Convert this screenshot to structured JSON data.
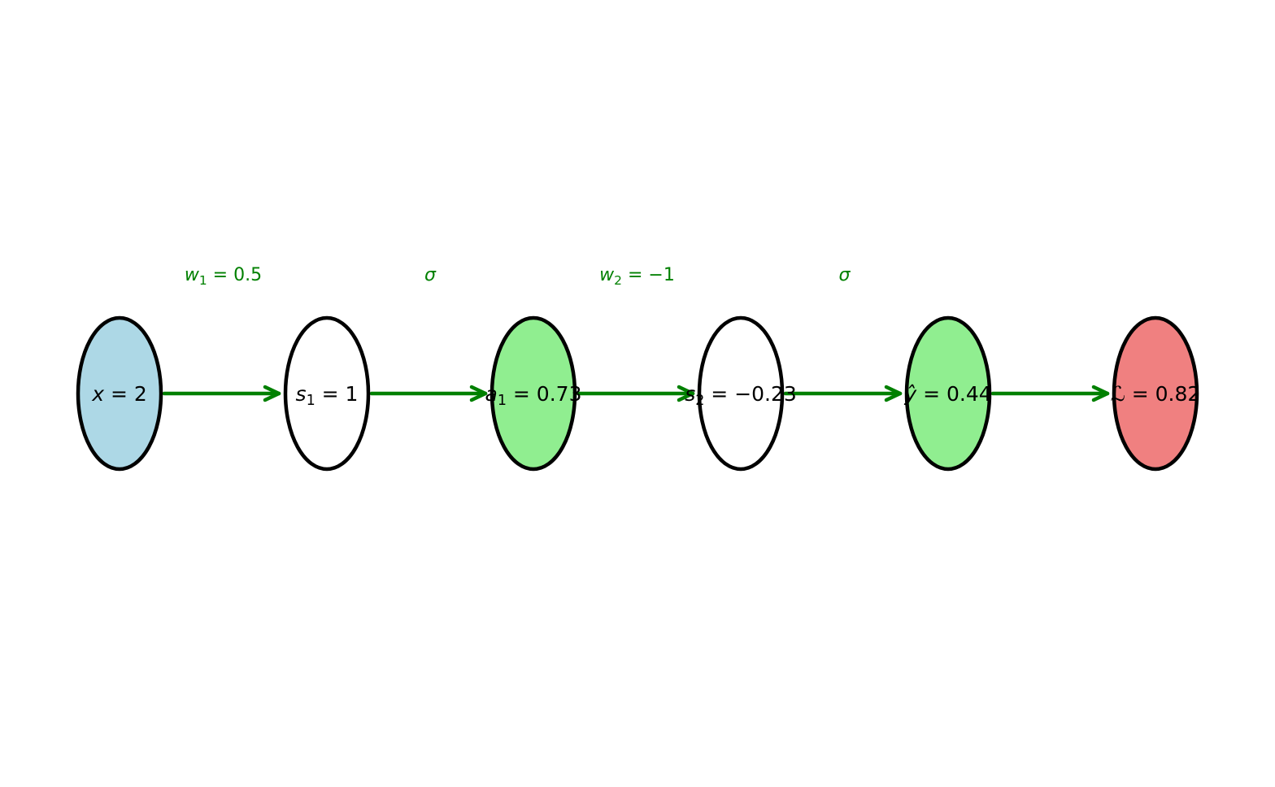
{
  "colors": {
    "edge": "#008000",
    "outline": "#000000"
  },
  "nodes": [
    {
      "var": "x",
      "sub": "",
      "rest": " = 2",
      "fill": "#add8e6"
    },
    {
      "var": "s",
      "sub": "1",
      "rest": " = 1",
      "fill": "#ffffff"
    },
    {
      "var": "a",
      "sub": "1",
      "rest": " = 0.73",
      "fill": "#90ee90"
    },
    {
      "var": "s",
      "sub": "2",
      "rest": " = −0.23",
      "fill": "#ffffff"
    },
    {
      "var": "ŷ",
      "sub": "",
      "rest": " = 0.44",
      "fill": "#90ee90"
    },
    {
      "var": "ℒ",
      "sub": "",
      "rest": " = 0.82",
      "fill": "#f08080"
    }
  ],
  "edges": [
    {
      "var": "w",
      "sub": "1",
      "rest": " = 0.5"
    },
    {
      "var": "σ",
      "sub": "",
      "rest": ""
    },
    {
      "var": "w",
      "sub": "2",
      "rest": " = −1"
    },
    {
      "var": "σ",
      "sub": "",
      "rest": ""
    },
    {
      "var": "",
      "sub": "",
      "rest": ""
    }
  ]
}
